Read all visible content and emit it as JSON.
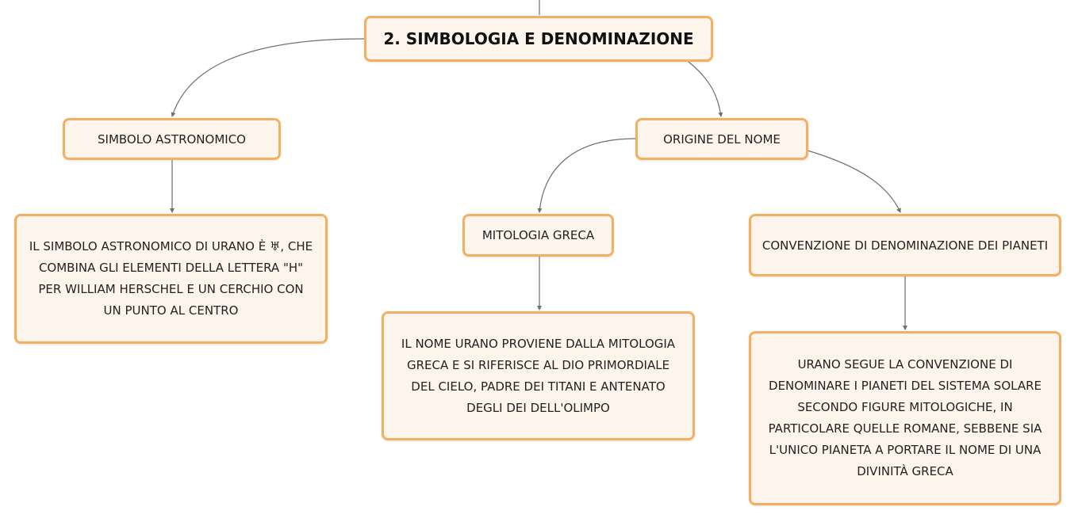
{
  "root": {
    "label": "2. SIMBOLOGIA E DENOMINAZIONE"
  },
  "simbolo": {
    "label": "SIMBOLO ASTRONOMICO",
    "detail": "IL SIMBOLO ASTRONOMICO DI URANO È ♅, CHE COMBINA GLI ELEMENTI DELLA LETTERA \"H\" PER WILLIAM HERSCHEL E UN CERCHIO CON UN PUNTO AL CENTRO"
  },
  "origine": {
    "label": "ORIGINE DEL NOME",
    "mitologia": {
      "label": "MITOLOGIA GRECA",
      "detail": "IL NOME URANO PROVIENE DALLA MITOLOGIA GRECA E SI RIFERISCE AL DIO PRIMORDIALE DEL CIELO, PADRE DEI TITANI E ANTENATO DEGLI DEI DELL'OLIMPO"
    },
    "convenzione": {
      "label": "CONVENZIONE DI DENOMINAZIONE DEI PIANETI",
      "detail": "URANO SEGUE LA CONVENZIONE DI DENOMINARE I PIANETI DEL SISTEMA SOLARE SECONDO FIGURE MITOLOGICHE, IN PARTICOLARE QUELLE ROMANE, SEBBENE SIA L'UNICO PIANETA A PORTARE IL NOME DI UNA DIVINITÀ GRECA"
    }
  },
  "colors": {
    "node_fill": "#fdf4ec",
    "node_border": "#f2b062",
    "connector": "#6e6e6e"
  }
}
